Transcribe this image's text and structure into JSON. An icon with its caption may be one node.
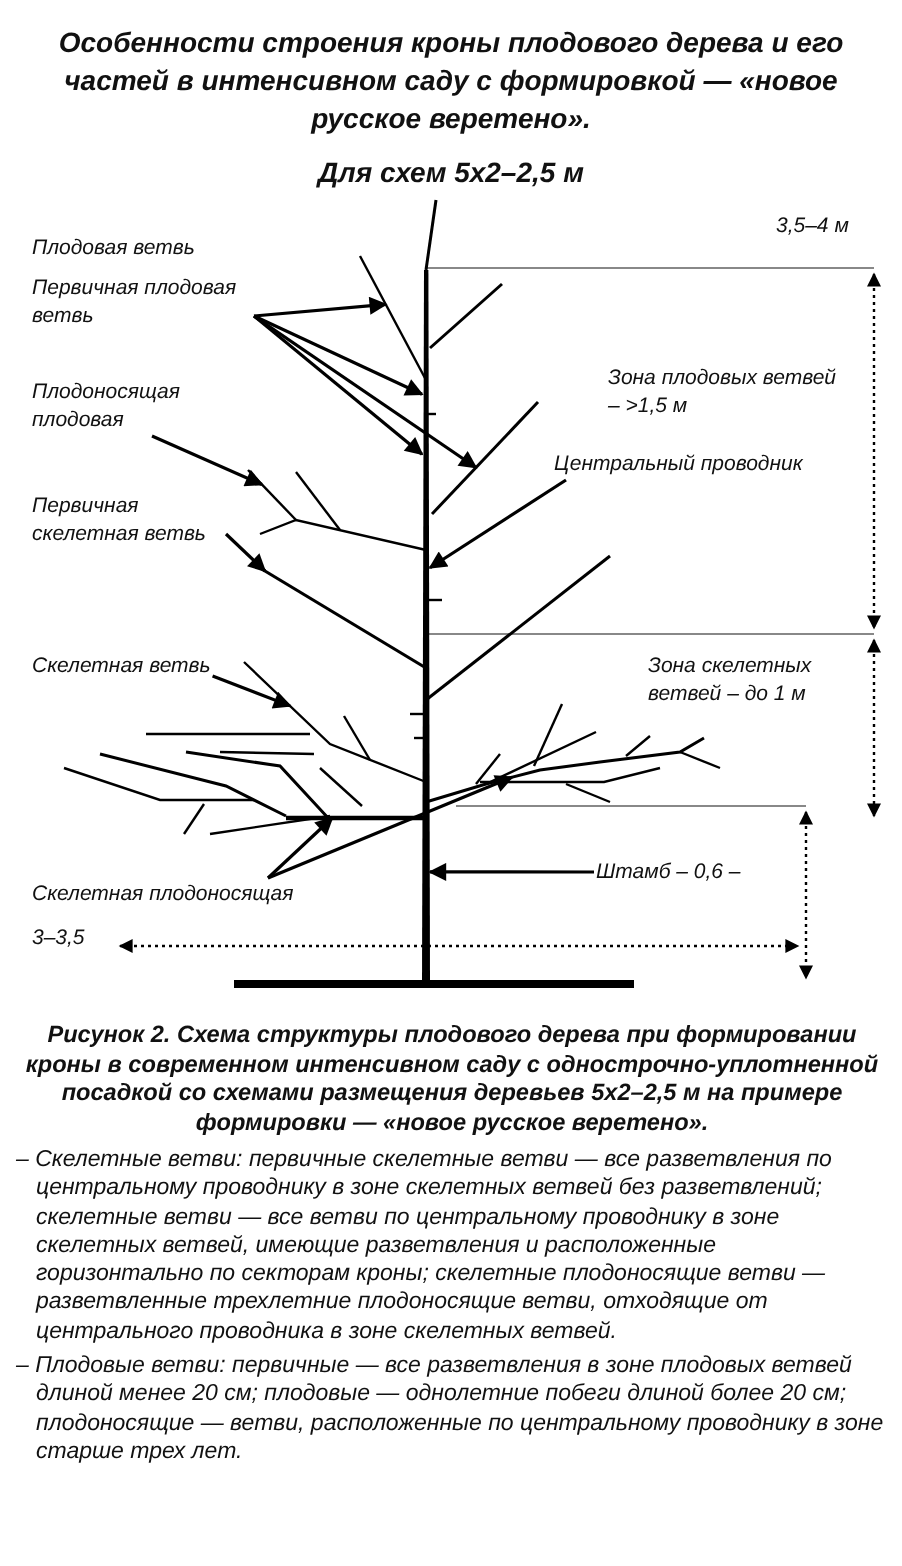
{
  "diagram": {
    "title": "Особенности строения кроны плодового дерева и его частей в интенсивном саду с формировкой — «новое русское веретено».",
    "caption": "Рисунок 2. Схема структуры плодового дерева при формировании кроны в современном интенсивном саду с однострочно-уплотненной посадкой со схемами размещения деревьев 5х2–2,5 м на примере формировки — «новое русское веретено».",
    "nodes": [
      {
        "text": [
          "Первичная плодовая ветвь"
        ]
      },
      {
        "text": [
          "Плодоносящая плодовая"
        ]
      },
      {
        "text": [
          "Первичная скелетная ветвь"
        ]
      },
      {
        "text": [
          "Центральный проводник"
        ]
      },
      {
        "text": [
          "Скелетная ветвь"
        ]
      },
      {
        "text": [
          "Скелетная плодоносящая"
        ]
      },
      {
        "text": [
          "Штамб – 0,6 –"
        ]
      },
      {
        "text": [],
        "shape": "line"
      },
      {
        "text": [],
        "shape": "line"
      },
      {
        "text": [],
        "shape": "line"
      },
      {
        "text": [],
        "shape": "line"
      },
      {
        "text": [],
        "shape": "line"
      },
      {
        "text": [],
        "shape": "line"
      },
      {
        "text": [],
        "shape": "line"
      },
      {
        "text": [],
        "shape": "line"
      }
    ],
    "edges": [
      {
        "from": 0,
        "to": 8,
        "arrow": "to"
      },
      {
        "from": 0,
        "to": 7,
        "arrow": "to"
      },
      {
        "from": 0,
        "to": 7,
        "arrow": "to"
      },
      {
        "from": 0,
        "to": 9,
        "arrow": "to"
      },
      {
        "from": 1,
        "to": 10,
        "arrow": "to"
      },
      {
        "from": 2,
        "to": 11,
        "arrow": "to"
      },
      {
        "from": 3,
        "to": 7,
        "arrow": "to"
      },
      {
        "from": 4,
        "to": 12,
        "arrow": "to"
      },
      {
        "from": 5,
        "to": 13,
        "arrow": "to"
      },
      {
        "from": 5,
        "to": 14,
        "arrow": "to"
      },
      {
        "from": 6,
        "to": 7,
        "arrow": "to"
      }
    ],
    "labels": [
      "Для схем 5х2–2,5 м",
      "Плодовая ветвь",
      "3,5–4 м",
      "Зона плодовых ветвей – >1,5 м",
      "Зона скелетных ветвей – до 1 м",
      "3–3,5",
      "– Скелетные ветви: первичные скелетные ветви — все разветвления по центральному проводнику в зоне скелетных ветвей без разветвлений; скелетные ветви — все ветви по центральному проводнику в зоне скелетных ветвей, имеющие разветвления и расположенные горизонтально по секторам кроны; скелетные плодоносящие ветви — разветвленные трехлетние плодоносящие ветви, отходящие от центрального проводника в зоне скелетных ветвей.",
      "– Плодовые ветви: первичные — все разветвления в зоне плодовых ветвей длиной менее 20 см; плодовые — однолетние побеги длиной более 20 см; плодоносящие — ветви, расположенные по центральному проводнику в зоне старше трех лет."
    ]
  }
}
